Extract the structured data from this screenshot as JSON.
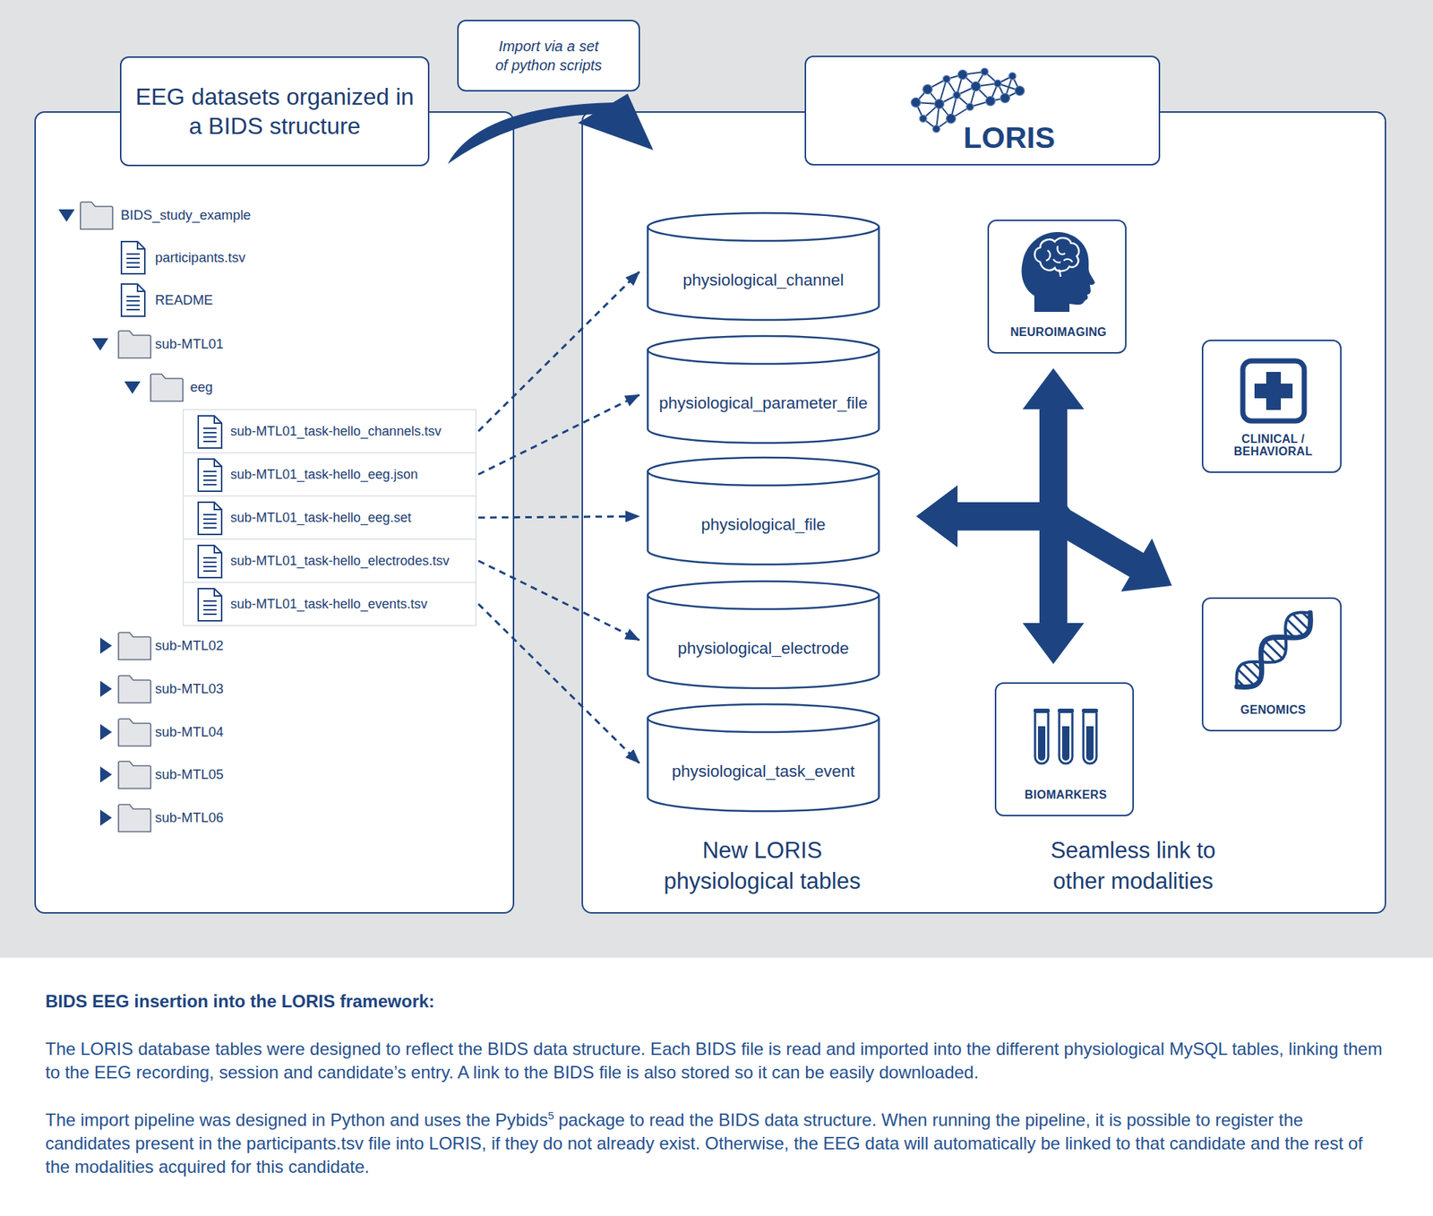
{
  "diagram": {
    "nodes": [
      {
        "text": [
          "EEG datasets organized in a BIDS structure"
        ]
      },
      {
        "text": [
          "Import via a set of python scripts"
        ]
      },
      {
        "text": [
          "New LORIS physiological tables",
          "Seamless link to other modalities"
        ]
      },
      {
        "text": [
          "LORIS"
        ],
        "in": 2
      },
      {
        "text": [
          "sub-MTL01_task-hello_channels.tsv"
        ]
      },
      {
        "text": [
          "sub-MTL01_task-hello_eeg.json"
        ]
      },
      {
        "text": [
          "sub-MTL01_task-hello_eeg.set"
        ]
      },
      {
        "text": [
          "sub-MTL01_task-hello_electrodes.tsv"
        ]
      },
      {
        "text": [
          "sub-MTL01_task-hello_events.tsv"
        ]
      },
      {
        "text": [
          "physiological_channel"
        ],
        "in": 2
      },
      {
        "text": [
          "physiological_parameter_file"
        ],
        "in": 2
      },
      {
        "text": [
          "physiological_file"
        ],
        "in": 2
      },
      {
        "text": [
          "physiological_electrode"
        ],
        "in": 2
      },
      {
        "text": [
          "physiological_task_event"
        ],
        "in": 2
      },
      {
        "text": [
          "NEUROIMAGING"
        ],
        "in": 2
      },
      {
        "text": [
          "CLINICAL / BEHAVIORAL"
        ],
        "in": 2
      },
      {
        "text": [
          "GENOMICS"
        ],
        "in": 2
      },
      {
        "text": [
          "BIOMARKERS"
        ],
        "in": 2
      }
    ],
    "edges": [
      {
        "from": 0,
        "to": 2,
        "arrow": "to"
      },
      {
        "from": 4,
        "to": 9,
        "arrow": "to"
      },
      {
        "from": 5,
        "to": 10,
        "arrow": "to"
      },
      {
        "from": 6,
        "to": 11,
        "arrow": "to"
      },
      {
        "from": 7,
        "to": 12,
        "arrow": "to"
      },
      {
        "from": 8,
        "to": 13,
        "arrow": "to"
      },
      {
        "from": 11,
        "to": 14,
        "arrow": "both"
      },
      {
        "from": 11,
        "to": 15,
        "arrow": "both"
      },
      {
        "from": 11,
        "to": 16,
        "arrow": "both"
      },
      {
        "from": 11,
        "to": 17,
        "arrow": "both"
      }
    ],
    "labels": [
      "BIDS_study_example",
      "participants.tsv",
      "README",
      "sub-MTL01",
      "eeg",
      "sub-MTL02",
      "sub-MTL03",
      "sub-MTL04",
      "sub-MTL05",
      "sub-MTL06",
      "BIDS EEG insertion into the LORIS framework:",
      "The LORIS database tables were designed to reflect the BIDS data structure. Each BIDS file is read and imported into the different physiological MySQL tables, linking them to the EEG recording, session and candidate’s entry. A link to the BIDS file is also stored so it can be easily downloaded.",
      "The import pipeline was designed in Python and uses the Pybids",
      "5",
      "package to read the BIDS data structure. When running the pipeline, it is possible to register the candidates present in the participants.tsv file into LORIS, if they do not already exist. Otherwise, the EEG data will automatically be linked to that candidate and the rest of the modalities acquired for this candidate."
    ]
  }
}
